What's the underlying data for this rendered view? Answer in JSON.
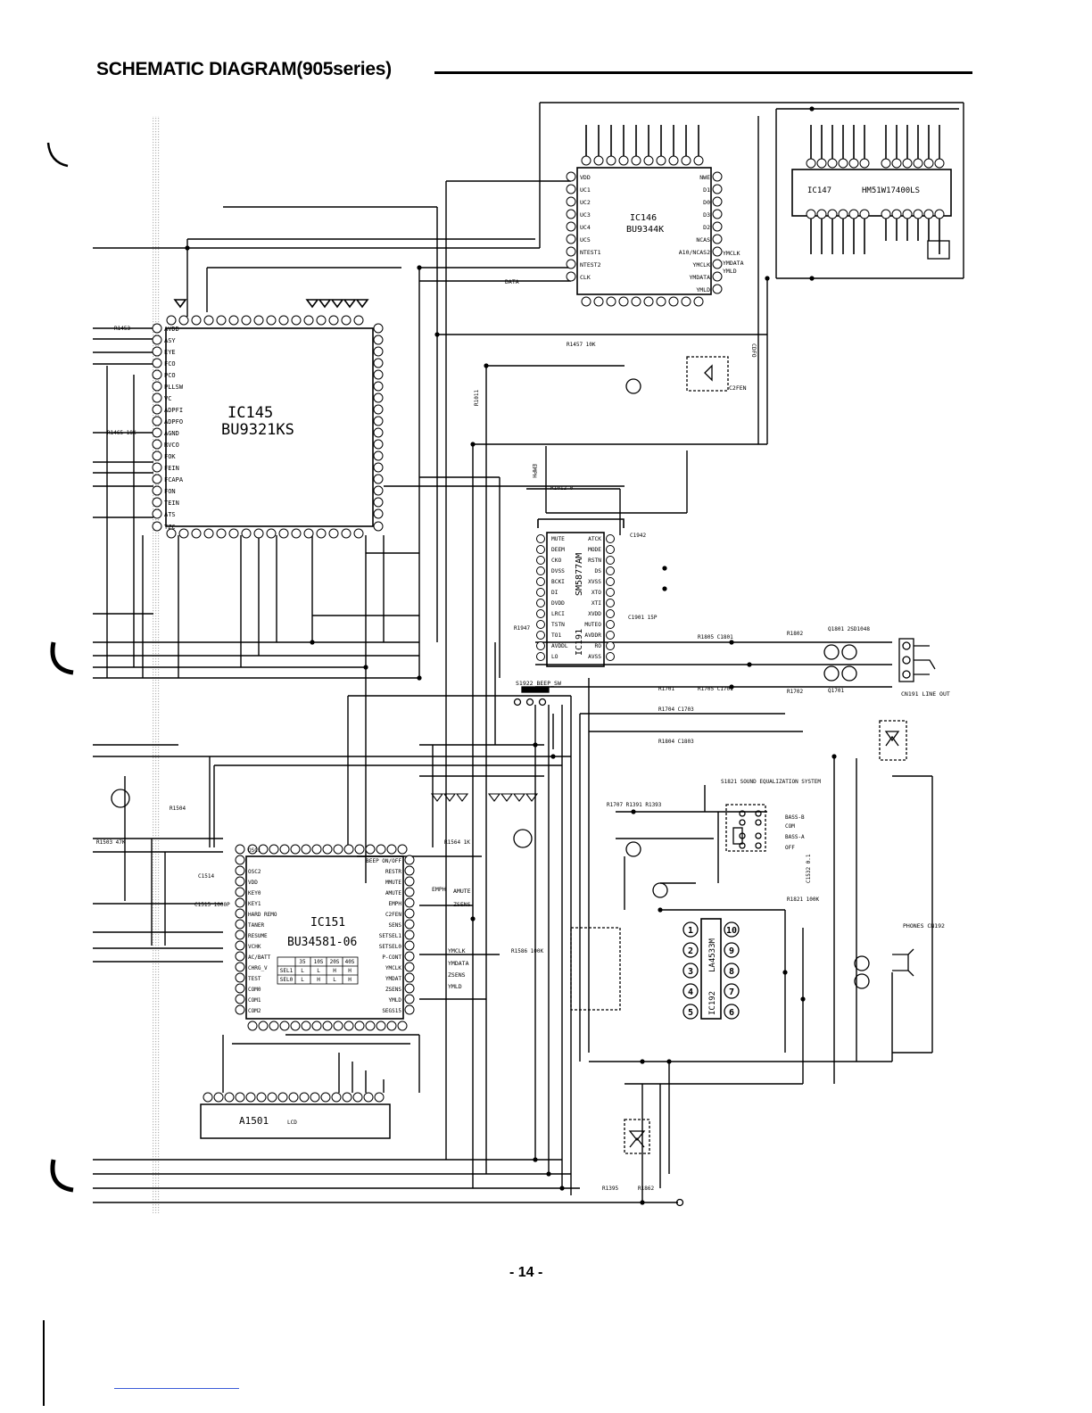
{
  "title": "SCHEMATIC DIAGRAM(905series)",
  "page_number": "- 14 -",
  "ics": {
    "ic145": {
      "ref": "IC145",
      "part": "BU9321KS"
    },
    "ic146": {
      "ref": "IC146",
      "part": "BU9344K"
    },
    "ic147": {
      "ref": "IC147",
      "part": "HM51W17400LS"
    },
    "ic151": {
      "ref": "IC151",
      "part": "BU34581-06"
    },
    "ic191": {
      "ref": "IC191",
      "part": "SM5877AM"
    },
    "ic192": {
      "ref": "IC192",
      "part": "LA4533M"
    },
    "lcd": {
      "ref": "A1501",
      "part": "LCD"
    }
  },
  "ic145_pins_left": [
    "AVDD",
    "ASY",
    "EYE",
    "FCO",
    "PCO",
    "PLLSW",
    "VC",
    "ADPFI",
    "ADPFO",
    "AGND",
    "RVCO",
    "FOK",
    "FEIN",
    "FCAPA",
    "FON",
    "TEIN",
    "ATS",
    "TZC"
  ],
  "ic146_pins_left": [
    "VDD",
    "UC1",
    "UC2",
    "UC3",
    "UC4",
    "UC5",
    "NTEST1",
    "NTEST2",
    "CLK"
  ],
  "ic146_pins_right": [
    "NWE",
    "D1",
    "D0",
    "D3",
    "D2",
    "NCAS",
    "A10/NCAS2",
    "YMCLK",
    "YMDATA",
    "YMLD"
  ],
  "ic191_pins_left": [
    "MUTE",
    "DEEM",
    "CKO",
    "DVSS",
    "BCKI",
    "DI",
    "DVDD",
    "LRCI",
    "TSTN",
    "TO1",
    "AVDDL",
    "LO"
  ],
  "ic191_pins_right": [
    "ATCK",
    "MODE",
    "RSTN",
    "DS",
    "XVSS",
    "XTO",
    "XTI",
    "XVDD",
    "MUTEO",
    "AVDDR",
    "RO",
    "AVSS"
  ],
  "ic151_pins_left": [
    "OSC1",
    "OSC2",
    "VDD",
    "KEY0",
    "KEY1",
    "HARD REMO",
    "TANER",
    "RESUME",
    "VCHK",
    "AC/BATT",
    "CHRG_V",
    "TEST",
    "COM0",
    "COM1",
    "COM2"
  ],
  "ic151_pins_right": [
    "BEEP ON/OFF",
    "RESTR",
    "MMUTE",
    "AMUTE",
    "EMPH",
    "C2FEN",
    "SENS",
    "SETSEL1",
    "SETSEL0",
    "P-CONT",
    "YMCLK",
    "YMDAT",
    "ZSENS",
    "YMLD",
    "SEGS15"
  ],
  "ic151_table": {
    "headers": [
      "",
      "35",
      "10S",
      "20S",
      "40S"
    ],
    "rows": [
      [
        "SEL1",
        "L",
        "L",
        "H",
        "H"
      ],
      [
        "SEL0",
        "L",
        "H",
        "L",
        "H"
      ]
    ]
  },
  "signal_labels": [
    "DATA",
    "EMPH",
    "AMUTE",
    "ZSENS",
    "C2FEN",
    "CDFO",
    "YMCLK",
    "YMDATA",
    "YMLD",
    "AMUTE",
    "ZSENS",
    "YMLD"
  ],
  "switch_labels": {
    "beep": "S1922 BEEP_SW",
    "sound": "S1821 SOUND EQUALIZATION SYSTEM",
    "sound_positions": [
      "BASS-B",
      "COM",
      "BASS-A",
      "OFF"
    ]
  },
  "connector_labels": {
    "line_out": "CN191 LINE OUT",
    "phones": "PHONES CN192"
  },
  "component_labels": {
    "r1453": "R1453",
    "r1457": "R1457 10K",
    "r1465": "R1465 18K",
    "r1012": "R1012 0",
    "r1802": "R1802",
    "r1702": "R1702",
    "r1704": "R1704 C1703",
    "r1804": "R1804 C1803",
    "r1503": "R1503 47K",
    "r1504": "R1504",
    "r1564": "R1564 1K",
    "r1586": "R1586 100K",
    "r1395": "R1395",
    "r1862": "R1862",
    "r1821": "R1821 100K",
    "c1942": "C1942",
    "c1901": "C1901 15P",
    "r1947": "R1947",
    "r1701": "R1701",
    "r1705": "R1705 C1701",
    "r1805": "R1805 C1801",
    "q1801": "Q1801 2SD1048",
    "q1701": "Q1701",
    "r1707": "R1707 R1391 R1393",
    "c1533": "C1532 0.1",
    "r1011": "R1011",
    "c1514": "C1514",
    "c1515": "C1515 1000P"
  }
}
